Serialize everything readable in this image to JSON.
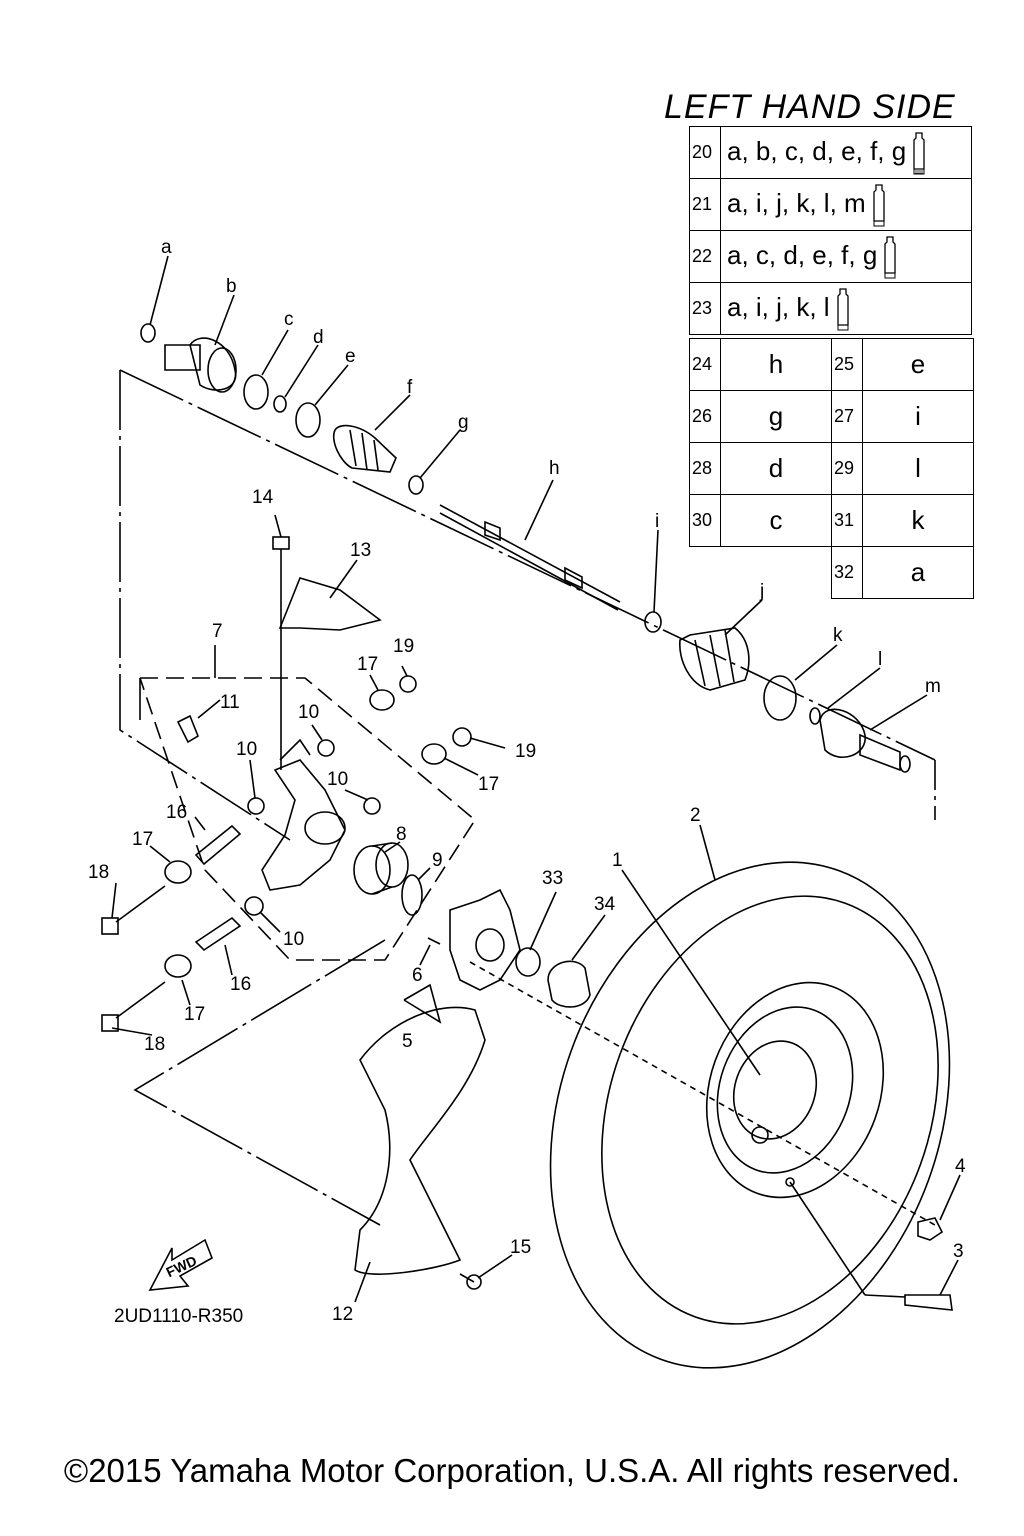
{
  "header": {
    "side_title": "LEFT HAND SIDE"
  },
  "kit_table": [
    {
      "num": "20",
      "parts": "a, b, c, d, e, f, g",
      "grease_icon": "grease-tube-icon"
    },
    {
      "num": "21",
      "parts": "a, i, j, k, l, m",
      "grease_icon": "grease-tube-icon"
    },
    {
      "num": "22",
      "parts": "a, c, d, e, f, g",
      "grease_icon": "grease-tube-icon"
    },
    {
      "num": "23",
      "parts": "a, i, j, k, l",
      "grease_icon": "grease-tube-icon"
    }
  ],
  "ref_table": [
    {
      "num_a": "24",
      "val_a": "h",
      "num_b": "25",
      "val_b": "e"
    },
    {
      "num_a": "26",
      "val_a": "g",
      "num_b": "27",
      "val_b": "i"
    },
    {
      "num_a": "28",
      "val_a": "d",
      "num_b": "29",
      "val_b": "l"
    },
    {
      "num_a": "30",
      "val_a": "c",
      "num_b": "31",
      "val_b": "k"
    },
    {
      "num_a": "",
      "val_a": "",
      "num_b": "32",
      "val_b": "a"
    }
  ],
  "callouts": {
    "c1": "1",
    "c2": "2",
    "c3": "3",
    "c4": "4",
    "c5": "5",
    "c6": "6",
    "c7": "7",
    "c8": "8",
    "c9": "9",
    "c10": "10",
    "c11": "11",
    "c12": "12",
    "c13": "13",
    "c14": "14",
    "c15": "15",
    "c16": "16",
    "c17": "17",
    "c18": "18",
    "c19": "19",
    "c33": "33",
    "c34": "34",
    "la": "a",
    "lb": "b",
    "lc": "c",
    "ld": "d",
    "le": "e",
    "lf": "f",
    "lg": "g",
    "lh": "h",
    "li": "i",
    "lj": "j",
    "lk": "k",
    "ll": "l",
    "lm": "m"
  },
  "fwd_label": "FWD",
  "diagram_code": "2UD1110-R350",
  "footer": {
    "copyright": "©2015 Yamaha Motor Corporation, U.S.A. All rights reserved."
  }
}
